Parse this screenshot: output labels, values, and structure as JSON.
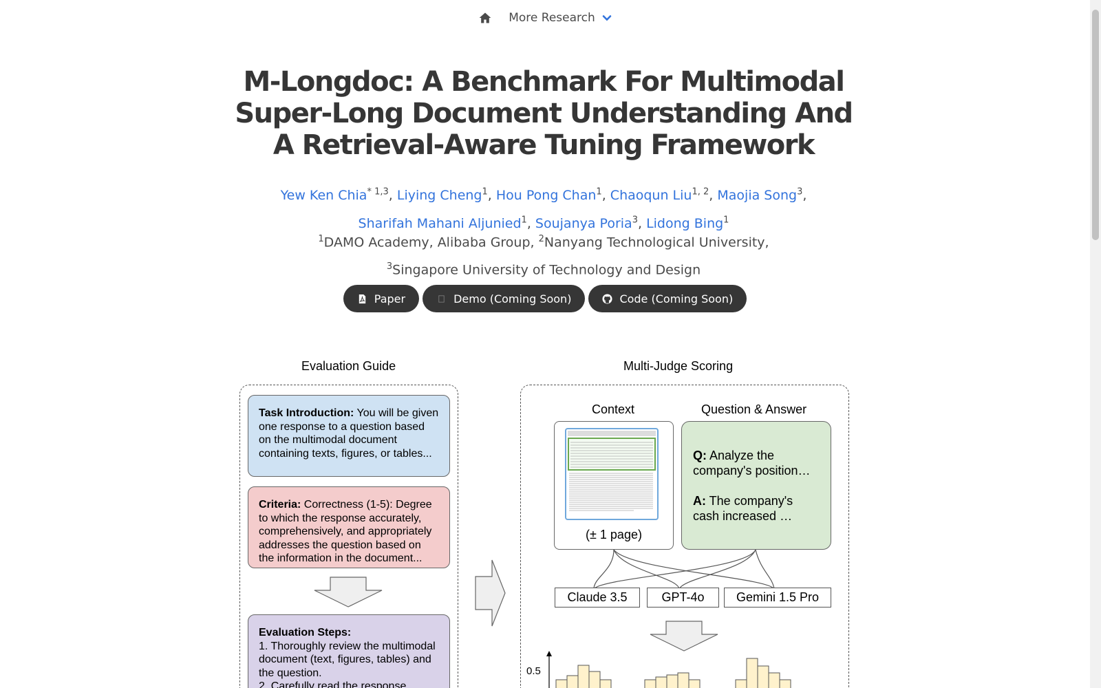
{
  "nav": {
    "home_icon": "home-icon",
    "more_label": "More Research",
    "more_icon": "chevron-down-icon",
    "accent": "#3273dc"
  },
  "title": "M-Longdoc: A Benchmark For Multimodal Super-Long Document Understanding And A Retrieval-Aware Tuning Framework",
  "authors": [
    {
      "name": "Yew Ken Chia",
      "sup": "* 1,3",
      "sep": ", "
    },
    {
      "name": "Liying Cheng",
      "sup": "1",
      "sep": ", "
    },
    {
      "name": "Hou Pong Chan",
      "sup": "1",
      "sep": ", "
    },
    {
      "name": "Chaoqun Liu",
      "sup": "1, 2",
      "sep": ", "
    },
    {
      "name": "Maojia Song",
      "sup": "3",
      "sep": ","
    },
    {
      "name": "Sharifah Mahani Aljunied",
      "sup": "1",
      "sep": ", "
    },
    {
      "name": "Soujanya Poria",
      "sup": "3",
      "sep": ", "
    },
    {
      "name": "Lidong Bing",
      "sup": "1",
      "sep": ""
    }
  ],
  "affiliations": [
    {
      "sup": "1",
      "name": "DAMO Academy, Alibaba Group, "
    },
    {
      "sup": "2",
      "name": "Nanyang Technological University,"
    },
    {
      "sup": "3",
      "name": "Singapore University of Technology and Design"
    }
  ],
  "buttons": [
    {
      "label": "Paper",
      "icon": "pdf-icon"
    },
    {
      "label": "Demo (Coming Soon)",
      "icon": "demo-icon"
    },
    {
      "label": "Code (Coming Soon)",
      "icon": "github-icon"
    }
  ],
  "figure": {
    "left_title": "Evaluation Guide",
    "right_title": "Multi-Judge Scoring",
    "task": {
      "label": "Task Introduction:",
      "text": " You will be given one response to a question based on the multimodal document containing texts, figures, or tables..."
    },
    "criteria": {
      "label": "Criteria:",
      "text": " Correctness (1-5): Degree to which the response accurately, comprehensively, and appropriately addresses the question based on the information in the document..."
    },
    "steps": {
      "label": "Evaluation Steps:",
      "lines": [
        "1. Thoroughly review the multimodal document (text, figures, tables) and the question.",
        "2. Carefully read the response"
      ]
    },
    "context_title": "Context",
    "context_caption": "(± 1 page)",
    "qa_title": "Question & Answer",
    "q_label": "Q:",
    "q_text": " Analyze the company's position…",
    "a_label": "A:",
    "a_text": " The company's cash increased …",
    "models": [
      "Claude 3.5",
      "GPT-4o",
      "Gemini 1.5 Pro"
    ],
    "y_tick": "0.5",
    "colors": {
      "task": "#cfe2f3",
      "criteria": "#f4cccc",
      "steps": "#d9d2e9",
      "qa": "#d9ead3",
      "bars": "#fff2cc"
    }
  }
}
